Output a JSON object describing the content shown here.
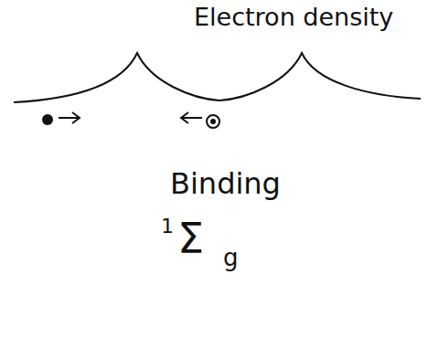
{
  "diagram": {
    "labels": [
      "Electron density",
      "Binding",
      "1",
      "Σ",
      "g"
    ]
  }
}
